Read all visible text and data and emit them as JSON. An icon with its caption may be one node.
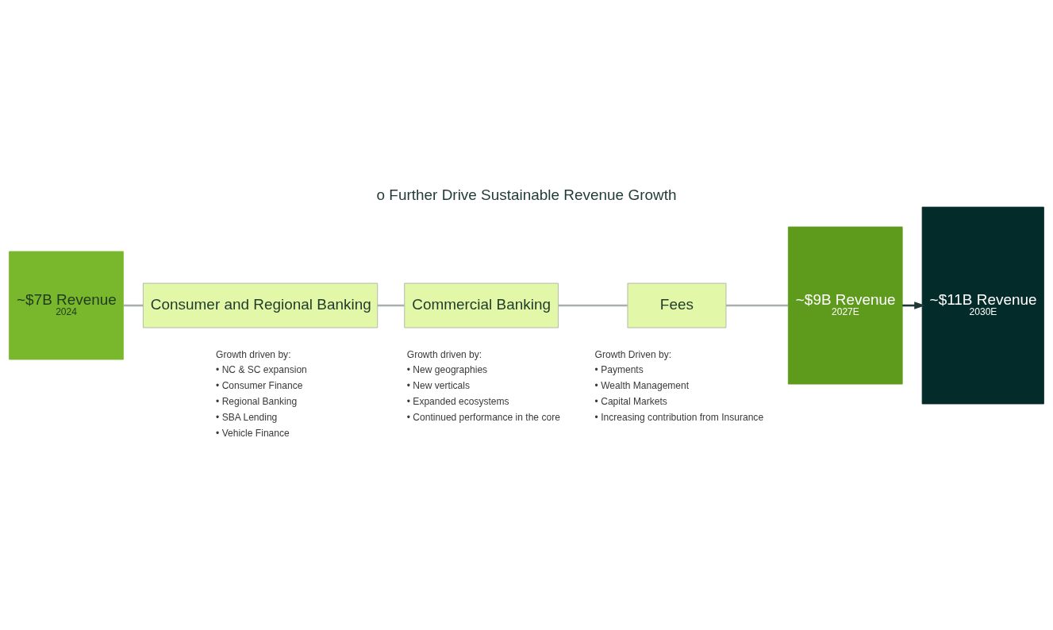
{
  "diagram": {
    "title": "o Further Drive Sustainable Revenue Growth",
    "nodes": [
      {
        "text": [
          "~$7B Revenue",
          "2024"
        ]
      },
      {
        "text": [
          "Consumer and Regional Banking"
        ],
        "beside": [
          "Growth driven by:",
          "• NC & SC expansion",
          "• Consumer Finance",
          "• Regional Banking",
          "• SBA Lending",
          "• Vehicle Finance"
        ]
      },
      {
        "text": [
          "Commercial Banking"
        ],
        "beside": [
          "Growth driven by:",
          "• New geographies",
          "• New verticals",
          "• Expanded ecosystems",
          "• Continued performance in the core"
        ]
      },
      {
        "text": [
          "Fees"
        ],
        "beside": [
          "Growth Driven by:",
          "• Payments",
          "• Wealth Management",
          "• Capital Markets",
          "• Increasing contribution from Insurance"
        ]
      },
      {
        "text": [
          "~$9B Revenue",
          "2027E"
        ]
      },
      {
        "text": [
          "~$11B Revenue",
          "2030E"
        ]
      }
    ],
    "edges": [
      {
        "from": 0,
        "to": 1,
        "arrow": "none"
      },
      {
        "from": 1,
        "to": 2,
        "arrow": "none"
      },
      {
        "from": 2,
        "to": 3,
        "arrow": "none"
      },
      {
        "from": 3,
        "to": 4,
        "arrow": "none"
      },
      {
        "from": 4,
        "to": 5,
        "arrow": "to",
        "color": "#1f3a36"
      }
    ]
  }
}
